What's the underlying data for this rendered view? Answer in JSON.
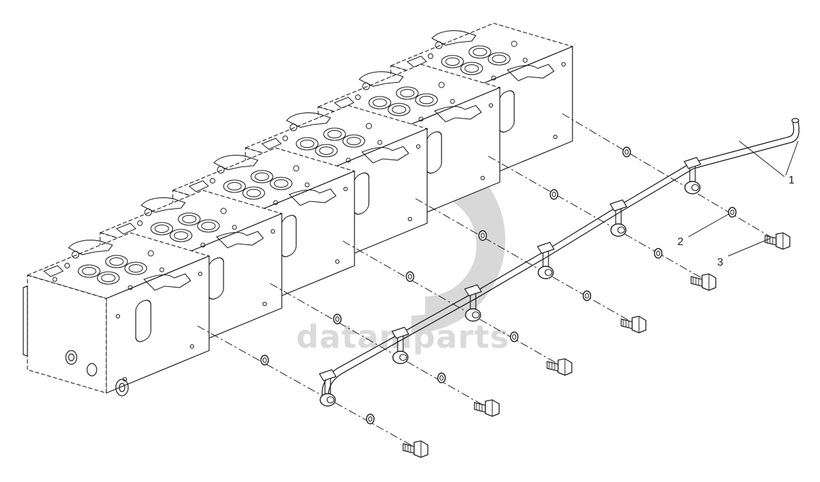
{
  "diagram": {
    "callouts": [
      {
        "id": "1",
        "label": "1"
      },
      {
        "id": "2",
        "label": "2"
      },
      {
        "id": "3",
        "label": "3"
      }
    ],
    "watermark": {
      "text": "datamparts"
    },
    "colors": {
      "line": "#1a1a1a",
      "watermark": "#cfcfcf",
      "background": "#ffffff"
    }
  }
}
